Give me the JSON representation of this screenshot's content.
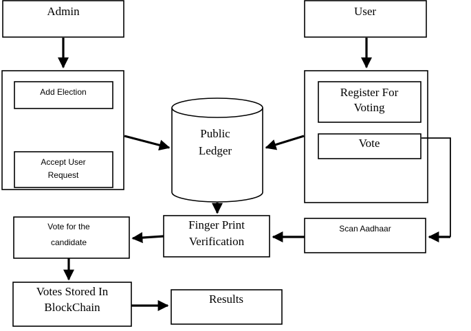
{
  "nodes": {
    "admin": "Admin",
    "user": "User",
    "add_election": "Add Election",
    "accept_user_request": [
      "Accept User",
      "Request"
    ],
    "public_ledger": [
      "Public",
      "Ledger"
    ],
    "register_for_voting": [
      "Register For",
      "Voting"
    ],
    "vote": "Vote",
    "scan_aadhaar": "Scan Aadhaar",
    "finger_print_verification": [
      "Finger Print",
      "Verification"
    ],
    "vote_for_candidate": [
      "Vote for the",
      "candidate"
    ],
    "votes_stored_blockchain": [
      "Votes Stored In",
      "BlockChain"
    ],
    "results": "Results"
  },
  "colors": {
    "stroke": "#000000",
    "background": "#ffffff"
  }
}
